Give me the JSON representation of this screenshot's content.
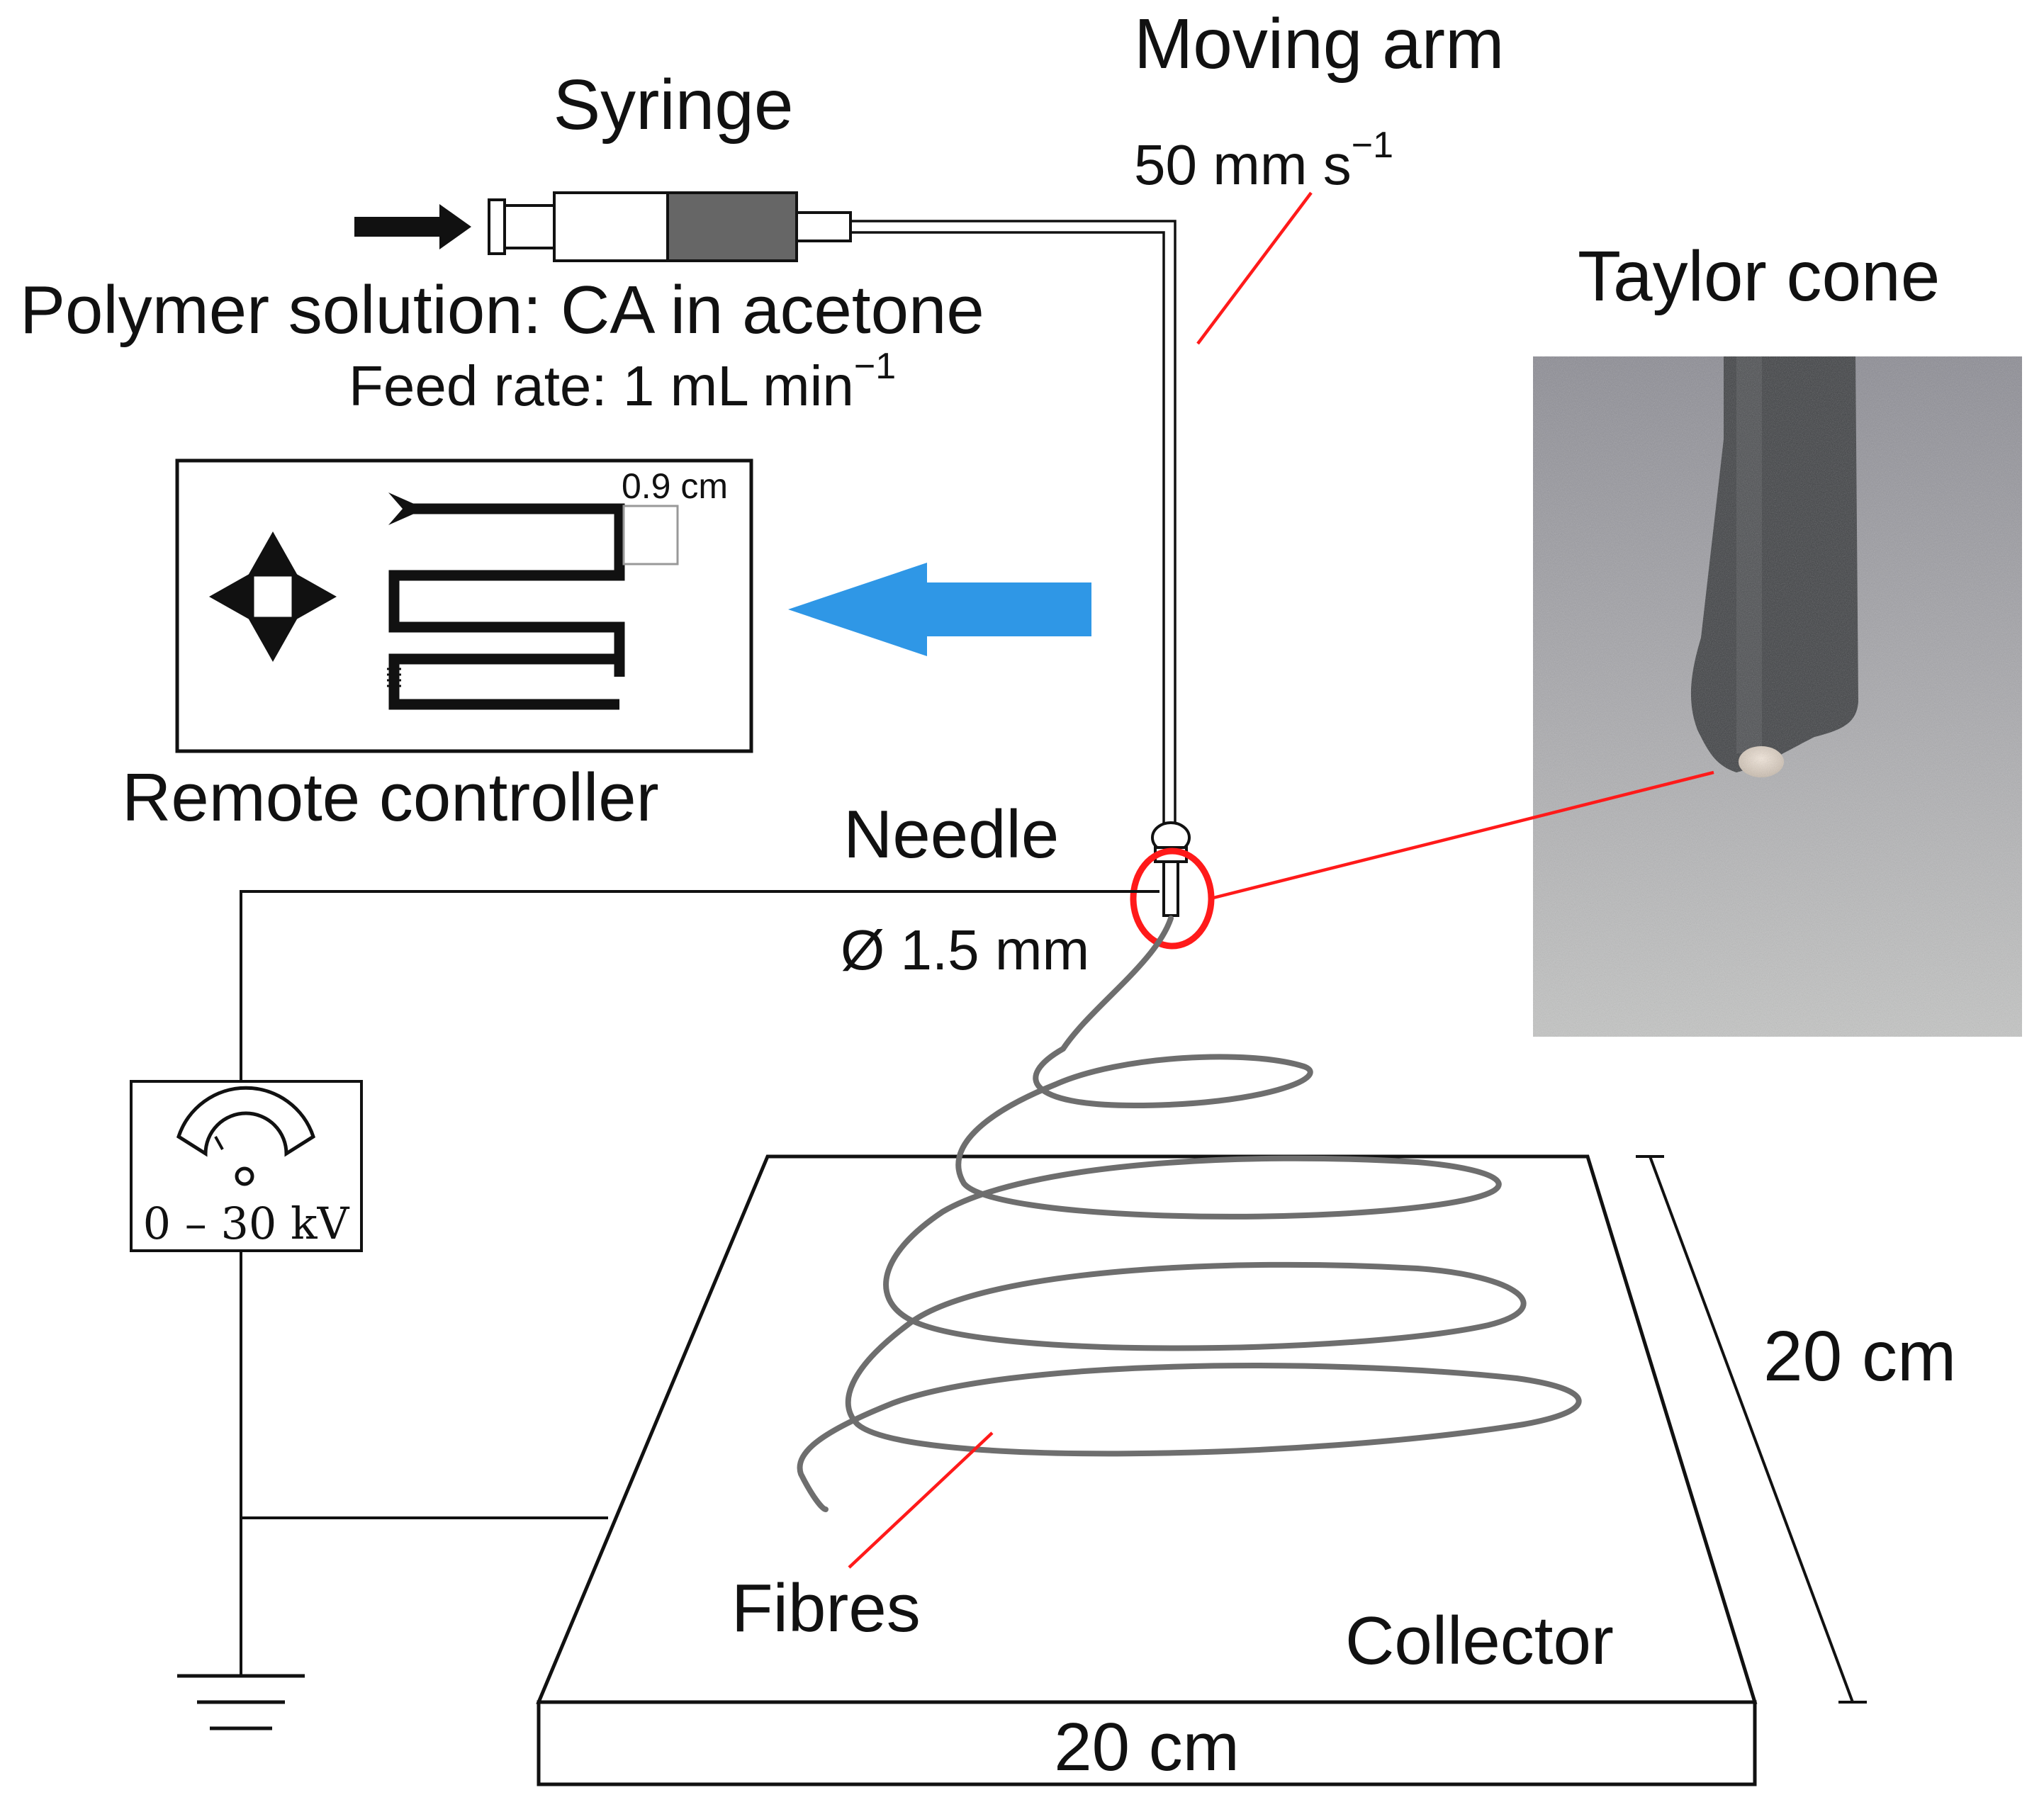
{
  "labels": {
    "moving_arm": "Moving arm",
    "arm_speed": "50 mm s",
    "arm_speed_exp": "−1",
    "syringe": "Syringe",
    "polymer_solution": "Polymer solution: CA in acetone",
    "feed_rate": "Feed rate: 1 mL min",
    "feed_rate_exp": "−1",
    "taylor_cone": "Taylor cone",
    "scale_cm": "0.9 cm",
    "remote_controller": "Remote controller",
    "needle": "Needle",
    "needle_diameter": "Ø 1.5 mm",
    "voltage": "0 – 30 kV",
    "collector_depth": "20 cm",
    "fibres": "Fibres",
    "collector": "Collector",
    "collector_width": "20 cm"
  },
  "icons": {
    "direction_pad": "four-way-arrow-icon",
    "voltmeter": "gauge-icon",
    "ground": "ground-symbol-icon",
    "blue_arrow": "arrow-left-icon",
    "push_arrow": "arrow-right-icon"
  },
  "colors": {
    "callout_line": "#ff1a1a",
    "blue_arrow": "#2f97e6",
    "fibre": "#6e6e6e",
    "solution": "#666666"
  }
}
